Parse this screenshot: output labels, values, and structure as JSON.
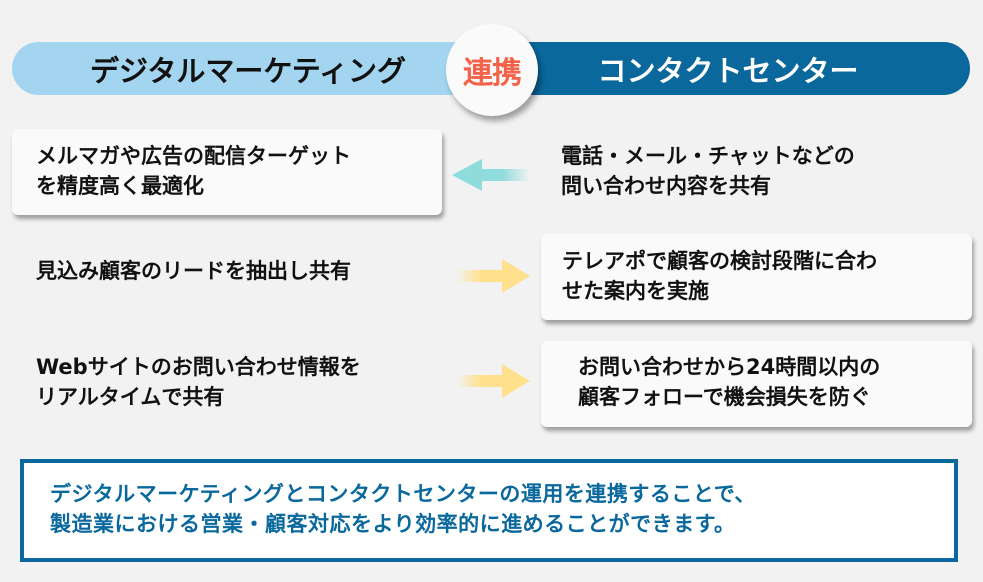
{
  "header": {
    "left_label": "デジタルマーケティング",
    "center_badge": "連携",
    "right_label": "コンタクトセンター",
    "colors": {
      "left_banner": "#a3d5f0",
      "right_banner": "#0a689c",
      "badge_text": "#f4624a"
    }
  },
  "rows": [
    {
      "left_text": "メルマガや広告の配信ターゲット\nを精度高く最適化",
      "left_boxed": true,
      "arrow_direction": "left",
      "arrow_icon": "arrow-left-icon",
      "arrow_color": "#8fdcdc",
      "right_text": "電話・メール・チャットなどの\n問い合わせ内容を共有",
      "right_boxed": false
    },
    {
      "left_text": "見込み顧客のリードを抽出し共有",
      "left_boxed": false,
      "arrow_direction": "right",
      "arrow_icon": "arrow-right-icon",
      "arrow_color": "#ffe08c",
      "right_text": "テレアポで顧客の検討段階に合わ\nせた案内を実施",
      "right_boxed": true
    },
    {
      "left_text": "Webサイトのお問い合わせ情報を\nリアルタイムで共有",
      "left_boxed": false,
      "arrow_direction": "right",
      "arrow_icon": "arrow-right-icon",
      "arrow_color": "#ffe08c",
      "right_text": "お問い合わせから24時間以内の\n顧客フォローで機会損失を防ぐ",
      "right_boxed": true
    }
  ],
  "summary": {
    "text": "デジタルマーケティングとコンタクトセンターの運用を連携することで、\n製造業における営業・顧客対応をより効率的に進めることができます。",
    "color": "#0a689c"
  }
}
